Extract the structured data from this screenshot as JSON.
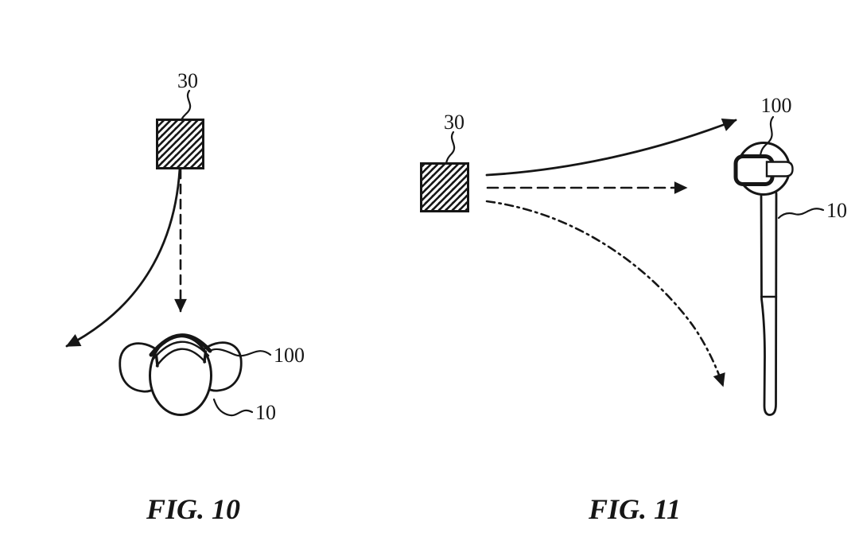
{
  "page": {
    "background_color": "#ffffff",
    "line_color": "#161616"
  },
  "fig10": {
    "caption": "FIG. 10",
    "source_label": "30",
    "headset_label": "100",
    "user_label": "10"
  },
  "fig11": {
    "caption": "FIG. 11",
    "source_label": "30",
    "headset_label": "100",
    "user_label": "10"
  }
}
